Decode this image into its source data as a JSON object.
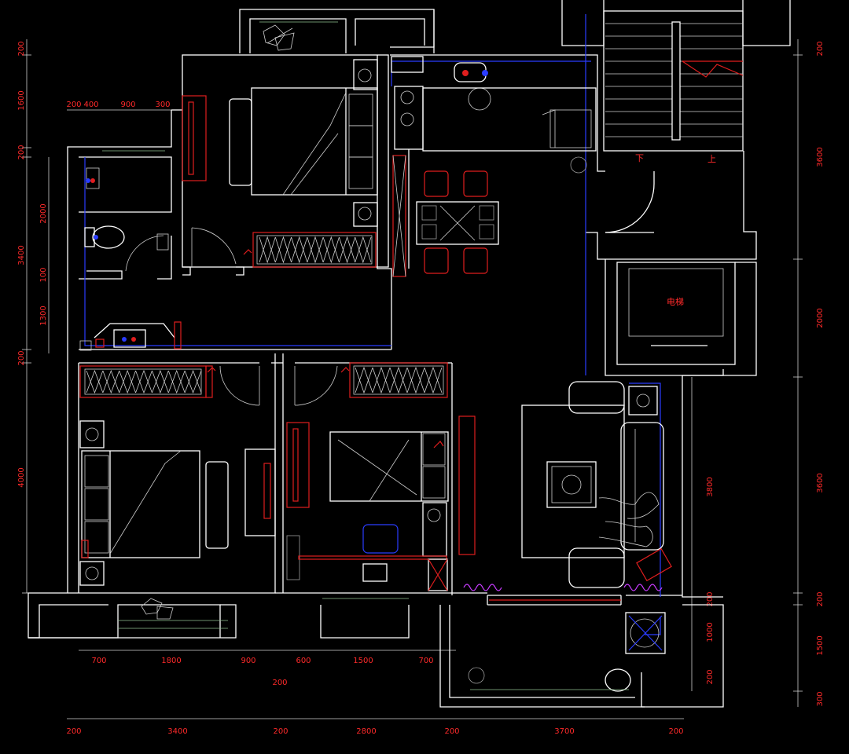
{
  "colors": {
    "wall": "#ffffff",
    "dimension": "#ff2a2a",
    "furniture_red": "#e01e1e",
    "pipe_blue": "#2a3cff",
    "radiator_magenta": "#c83cff",
    "background": "#000000"
  },
  "stair_labels": {
    "down": "下",
    "up": "上"
  },
  "elevator_label": "电梯",
  "dimensions": {
    "left_chain": [
      "200",
      "1600",
      "200",
      "3400",
      "200",
      "4000"
    ],
    "left_inner": [
      "2000",
      "100",
      "1300"
    ],
    "top_small": [
      "200",
      "400",
      "900",
      "300"
    ],
    "right_chain": [
      "200",
      "3600",
      "2000",
      "3600",
      "200",
      "1500",
      "300"
    ],
    "right_inner": [
      "3800",
      "200",
      "1000",
      "200"
    ],
    "bottom_inner": [
      "700",
      "1800",
      "900",
      "600",
      "1500",
      "700"
    ],
    "bottom_mid": [
      "200"
    ],
    "bottom_outer": [
      "200",
      "3400",
      "200",
      "2800",
      "200",
      "3700",
      "200"
    ]
  }
}
